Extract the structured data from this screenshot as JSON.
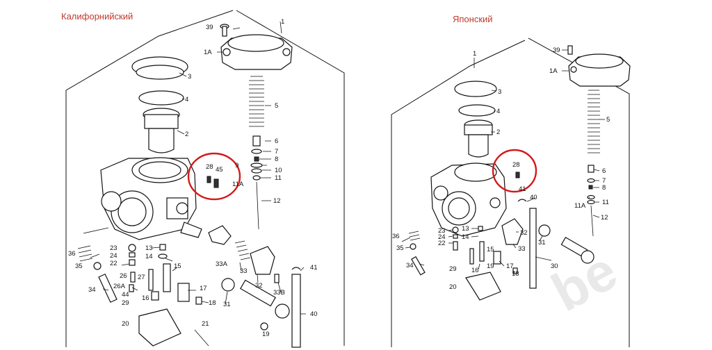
{
  "captions": {
    "left": "Калифорнийский",
    "right": "Японский"
  },
  "watermark": "be",
  "colors": {
    "caption": "#c0392b",
    "highlight": "#d31a1a",
    "line": "#111111"
  },
  "left_labels": [
    "39",
    "1",
    "1A",
    "3",
    "4",
    "2",
    "5",
    "6",
    "7",
    "8",
    "9",
    "10",
    "28",
    "45",
    "11A",
    "11",
    "12",
    "36",
    "35",
    "23",
    "24",
    "22",
    "13",
    "14",
    "15",
    "26",
    "27",
    "26A",
    "34",
    "44",
    "29",
    "16",
    "17",
    "18",
    "20",
    "21",
    "33A",
    "33",
    "32",
    "33B",
    "31",
    "41",
    "40",
    "19"
  ],
  "right_labels": [
    "1",
    "39",
    "1A",
    "3",
    "4",
    "2",
    "5",
    "28",
    "6",
    "7",
    "8",
    "11A",
    "11",
    "12",
    "41",
    "40",
    "36",
    "35",
    "23",
    "24",
    "22",
    "13",
    "14",
    "32",
    "33",
    "31",
    "30",
    "34",
    "15",
    "29",
    "16",
    "19",
    "17",
    "18",
    "20"
  ]
}
